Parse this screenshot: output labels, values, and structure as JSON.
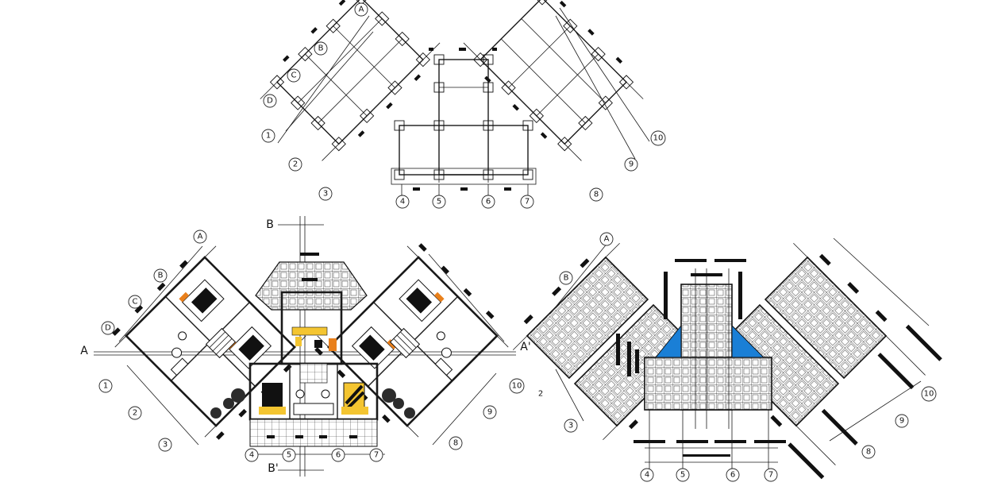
{
  "drawings": [
    {
      "id": "column-layout",
      "grid_labels": [
        "A",
        "B",
        "C",
        "D",
        "1",
        "2",
        "3",
        "4",
        "5",
        "6",
        "7",
        "8",
        "9",
        "10"
      ]
    },
    {
      "id": "floor-plan",
      "grid_labels": [
        "A",
        "B",
        "C",
        "D",
        "1",
        "2",
        "3",
        "4",
        "5",
        "6",
        "7",
        "8",
        "9",
        "10"
      ],
      "sections": {
        "a": "A",
        "a_prime": "A'",
        "b": "B",
        "b_prime": "B'"
      }
    },
    {
      "id": "roof-plan",
      "grid_labels": [
        "A",
        "B",
        "2",
        "3",
        "4",
        "5",
        "6",
        "7",
        "8",
        "9",
        "10"
      ]
    }
  ],
  "colors": {
    "pool": "#1a7fd6",
    "furniture_orange": "#e9801c",
    "furniture_yellow": "#f4c531",
    "line": "#1a1a1a"
  }
}
